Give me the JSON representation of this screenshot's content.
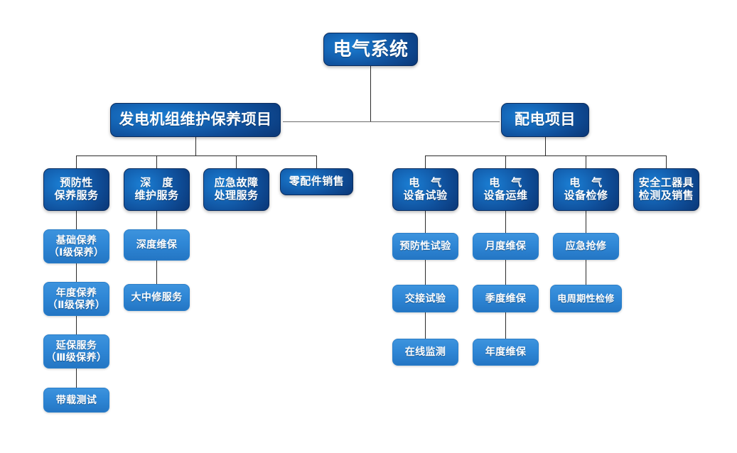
{
  "diagram": {
    "title": "电气系统",
    "root": {
      "label": "电气系统"
    },
    "branches": [
      {
        "label": "发电机组维护保养项目"
      },
      {
        "label": "配电项目"
      }
    ],
    "left_categories": [
      {
        "label": "预防性\n保养服务"
      },
      {
        "label": "深　度\n维护服务"
      },
      {
        "label": "应急故障\n处理服务"
      },
      {
        "label": "零配件销售"
      }
    ],
    "right_categories": [
      {
        "label": "电　气\n设备试验"
      },
      {
        "label": "电　气\n设备运维"
      },
      {
        "label": "电　气\n设备检修"
      },
      {
        "label": "安全工器具\n检测及销售"
      }
    ],
    "left_leaves": {
      "preventive": [
        {
          "label": "基础保养\n（Ⅰ级保养）"
        },
        {
          "label": "年度保养\n（Ⅱ级保养）"
        },
        {
          "label": "延保服务\n（Ⅲ级保养）"
        },
        {
          "label": "带载测试"
        }
      ],
      "deep": [
        {
          "label": "深度维保"
        },
        {
          "label": "大中修服务"
        }
      ]
    },
    "right_leaves": {
      "test": [
        {
          "label": "预防性试验"
        },
        {
          "label": "交接试验"
        },
        {
          "label": "在线监测"
        }
      ],
      "operation": [
        {
          "label": "月度维保"
        },
        {
          "label": "季度维保"
        },
        {
          "label": "年度维保"
        }
      ],
      "repair": [
        {
          "label": "应急抢修"
        },
        {
          "label": "电周期性检修"
        }
      ]
    },
    "colors": {
      "deep_blue": "#0f4e99",
      "light_blue": "#2f87d6",
      "line": "#2b2b2b",
      "background": "#ffffff",
      "text": "#ffffff"
    }
  }
}
